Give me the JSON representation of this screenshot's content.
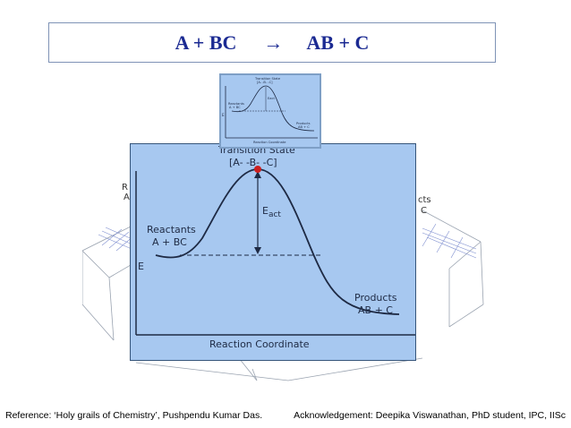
{
  "title": {
    "left": "A + BC",
    "arrow": "→",
    "right": "AB + C"
  },
  "diagram": {
    "transition_state_line1": "Transition State",
    "transition_state_line2": "[A- -B- -C]",
    "energy_label_main": "E",
    "energy_label_sub": "act",
    "reactants_line1": "Reactants",
    "reactants_line2": "A + BC",
    "axis_y": "E",
    "products_line1": "Products",
    "products_line2": "AB +  C",
    "axis_x": "Reaction Coordinate",
    "behind_left_1": "R",
    "behind_left_2": "A",
    "behind_right_1": "cts",
    "behind_right_2": "C"
  },
  "thumbnail": {
    "ts1": "Transition State",
    "ts2": "[A- -B- -C]",
    "eact": "Eact",
    "react1": "Reactants",
    "react2": "A + BC",
    "e": "E",
    "prod1": "Products",
    "prod2": "AB + C",
    "xaxis": "Reaction Coordinate"
  },
  "footer": {
    "reference": "Reference: ‘Holy grails of Chemistry’, Pushpendu Kumar Das.",
    "acknowledgement": "Acknowledgement: Deepika Viswanathan, PhD student, IPC, IISc"
  },
  "colors": {
    "title": "#1b2a92",
    "panel": "#a7c8f0",
    "curve": "#1e2a44",
    "dot": "#cc1f1f"
  }
}
